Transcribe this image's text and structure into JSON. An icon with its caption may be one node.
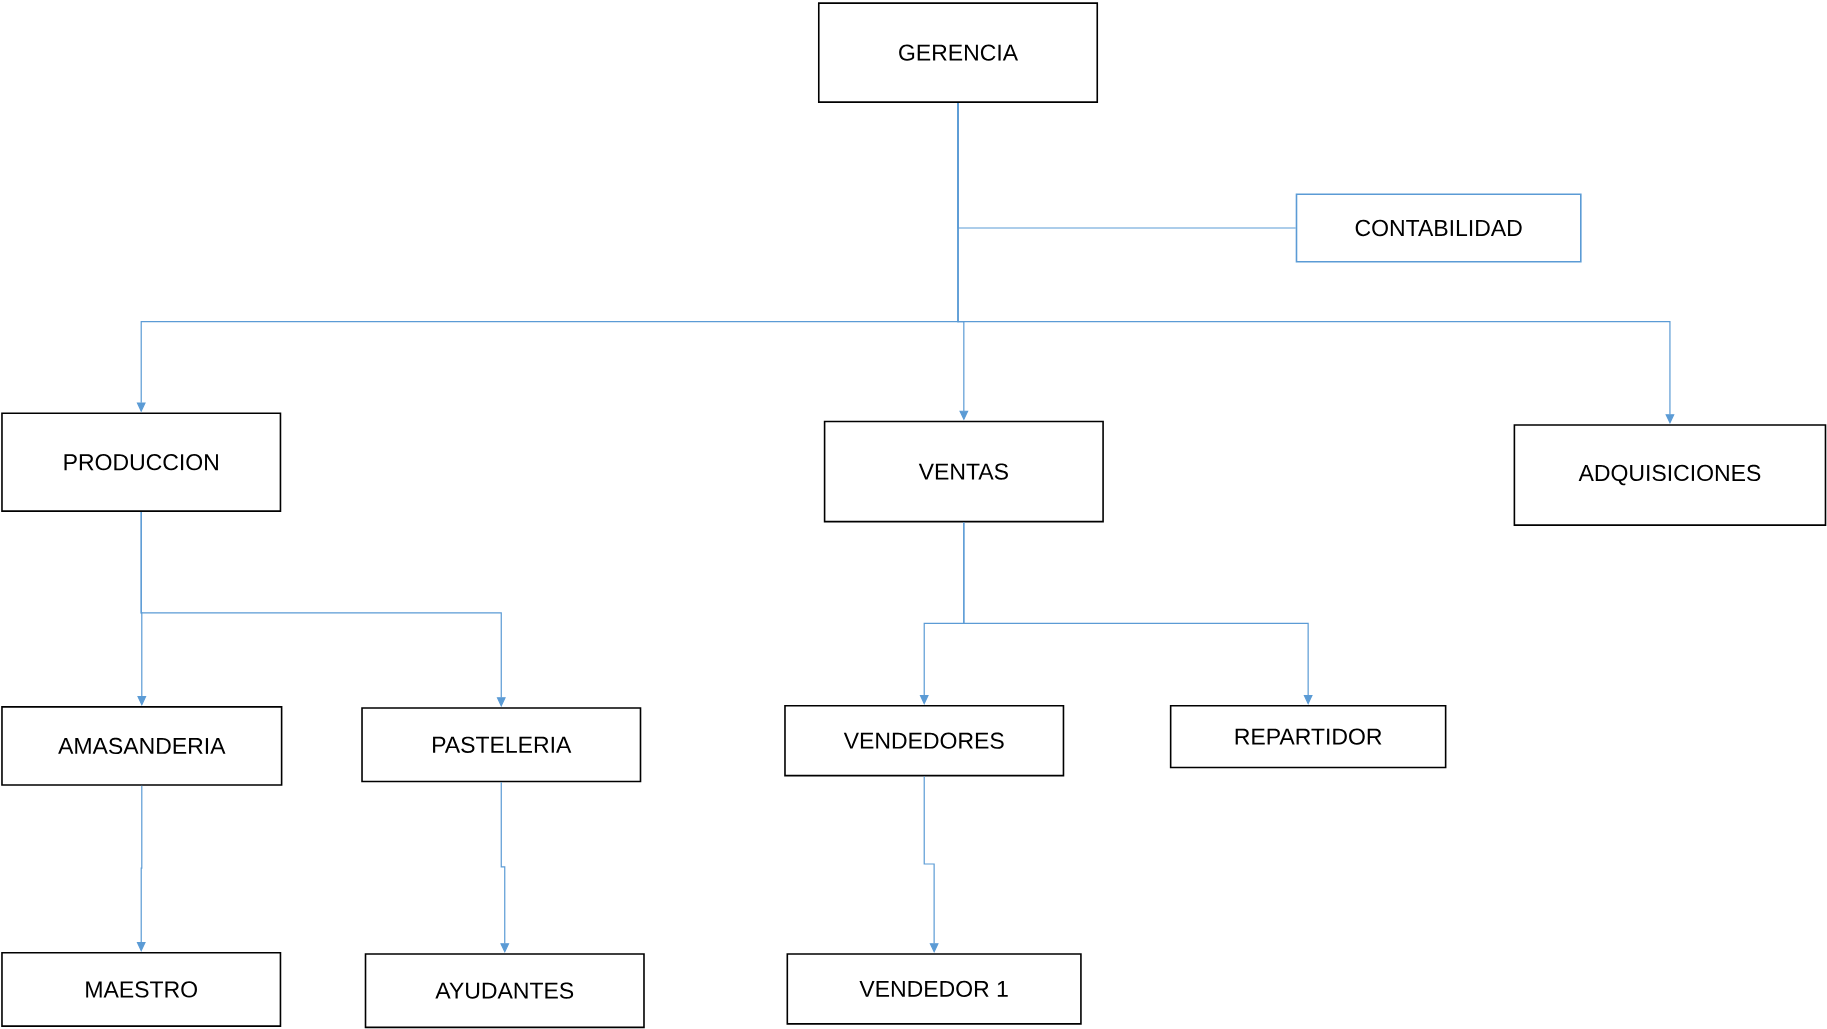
{
  "diagram": {
    "nodes": [
      {
        "text": [
          "GERENCIA"
        ]
      },
      {
        "text": [
          "CONTABILIDAD"
        ]
      },
      {
        "text": [
          "PRODUCCION"
        ]
      },
      {
        "text": [
          "VENTAS"
        ]
      },
      {
        "text": [
          "ADQUISICIONES"
        ]
      },
      {
        "text": [
          "AMASANDERIA"
        ]
      },
      {
        "text": [
          "PASTELERIA"
        ]
      },
      {
        "text": [
          "VENDEDORES"
        ]
      },
      {
        "text": [
          "REPARTIDOR"
        ]
      },
      {
        "text": [
          "MAESTRO"
        ]
      },
      {
        "text": [
          "AYUDANTES"
        ]
      },
      {
        "text": [
          "VENDEDOR 1"
        ]
      }
    ],
    "edges": [
      {
        "from": 0,
        "to": 1,
        "arrow": "none"
      },
      {
        "from": 0,
        "to": 2,
        "arrow": "to"
      },
      {
        "from": 0,
        "to": 3,
        "arrow": "to"
      },
      {
        "from": 0,
        "to": 4,
        "arrow": "to"
      },
      {
        "from": 2,
        "to": 5,
        "arrow": "to"
      },
      {
        "from": 2,
        "to": 6,
        "arrow": "to"
      },
      {
        "from": 3,
        "to": 7,
        "arrow": "to"
      },
      {
        "from": 3,
        "to": 8,
        "arrow": "to"
      },
      {
        "from": 5,
        "to": 9,
        "arrow": "to"
      },
      {
        "from": 6,
        "to": 10,
        "arrow": "to"
      },
      {
        "from": 7,
        "to": 11,
        "arrow": "to"
      }
    ]
  }
}
